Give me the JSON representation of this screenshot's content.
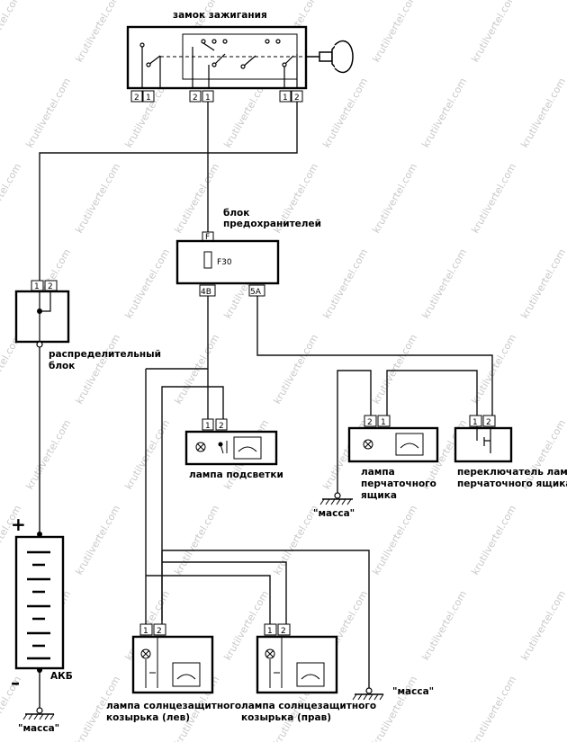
{
  "watermark": "krutilvertel.com",
  "labels": {
    "ignition_switch": "замок зажигания",
    "fuse_block_1": "блок",
    "fuse_block_2": "предохранителей",
    "fuse": "F30",
    "distribution_block_1": "распределительный",
    "distribution_block_2": "блок",
    "backlight_lamp": "лампа подсветки",
    "glovebox_lamp_1": "лампа",
    "glovebox_lamp_2": "перчаточного",
    "glovebox_lamp_3": "ящика",
    "glovebox_switch_1": "переключатель лампы",
    "glovebox_switch_2": "перчаточного ящика",
    "ground_mid": "\"масса\"",
    "ground_right": "\"масса\"",
    "ground_left": "\"масса\"",
    "battery": "АКБ",
    "plus": "+",
    "minus": "–",
    "visor_left_1": "лампа солнцезащитного",
    "visor_left_2": "козырька (лев)",
    "visor_right_1": "лампа солнцезащитного",
    "visor_right_2": "козырька (прав)"
  },
  "pins": {
    "ign_a1": "2",
    "ign_a2": "1",
    "ign_b1": "2",
    "ign_b2": "1",
    "ign_c1": "1",
    "ign_c2": "2",
    "fuse_top": "F",
    "fuse_out_left": "4B",
    "fuse_out_right": "5A",
    "dist_1": "1",
    "dist_2": "2",
    "backlight_1": "1",
    "backlight_2": "2",
    "glovebox_1": "2",
    "glovebox_2": "1",
    "switch_1": "1",
    "switch_2": "2",
    "visor_l_1": "1",
    "visor_l_2": "2",
    "visor_r_1": "1",
    "visor_r_2": "2"
  }
}
